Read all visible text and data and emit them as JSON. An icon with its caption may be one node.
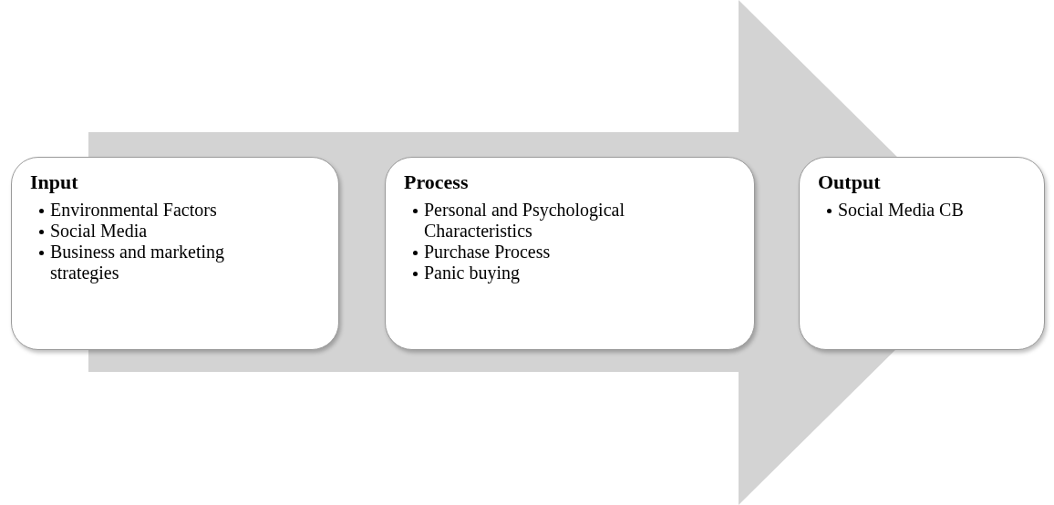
{
  "diagram": {
    "nodes": [
      {
        "text": [
          "Input",
          "Environmental Factors",
          "Social Media",
          "Business and marketing strategies"
        ]
      },
      {
        "text": [
          "Process",
          "Personal and Psychological Characteristics",
          "Purchase Process",
          "Panic buying"
        ]
      },
      {
        "text": [
          "Output",
          "Social Media CB"
        ]
      }
    ],
    "edges": [
      {
        "from": 0,
        "to": 2,
        "arrow": "to"
      }
    ]
  }
}
